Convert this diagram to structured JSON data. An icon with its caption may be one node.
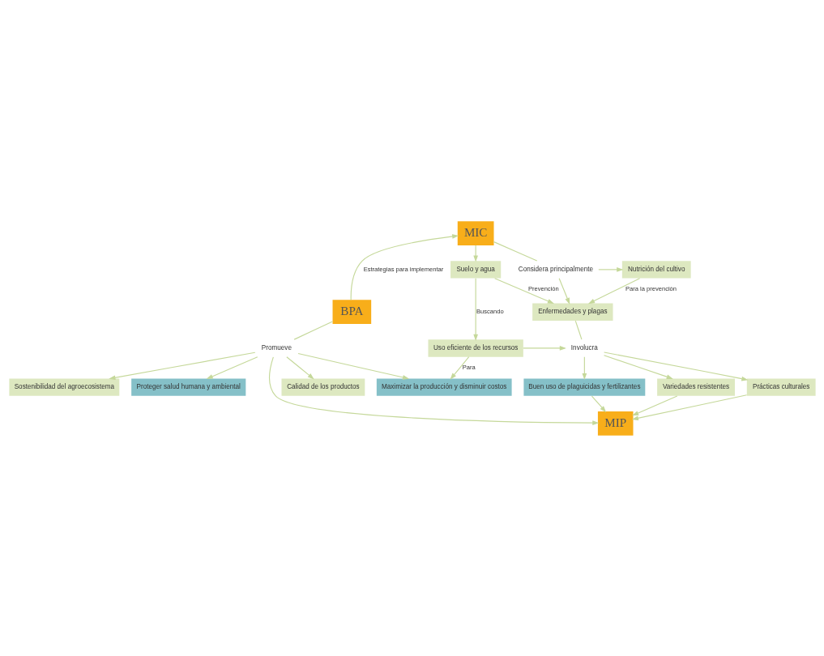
{
  "diagram": {
    "nodes": [
      {
        "text": [
          "MIC"
        ]
      },
      {
        "text": [
          "Suelo y agua"
        ]
      },
      {
        "text": [
          "Considera principalmente"
        ]
      },
      {
        "text": [
          "Nutrición del cultivo"
        ]
      },
      {
        "text": [
          "Enfermedades y plagas"
        ]
      },
      {
        "text": [
          "BPA"
        ]
      },
      {
        "text": [
          "Uso eficiente de los recursos"
        ]
      },
      {
        "text": [
          "Involucra"
        ]
      },
      {
        "text": [
          "Promueve"
        ]
      },
      {
        "text": [
          "Buen uso de plaguicidas y fertilizantes"
        ]
      },
      {
        "text": [
          "Variedades resistentes"
        ]
      },
      {
        "text": [
          "Prácticas culturales"
        ]
      },
      {
        "text": [
          "MIP"
        ]
      },
      {
        "text": [
          "Proteger salud humana y ambiental"
        ]
      },
      {
        "text": [
          "Maximizar la producción y disminuir costos"
        ]
      },
      {
        "text": [
          "Calidad de los productos"
        ]
      },
      {
        "text": [
          "Sostenibilidad del agroecosistema"
        ]
      }
    ],
    "edges": [
      {
        "from": 0,
        "to": 1,
        "arrow": "to"
      },
      {
        "from": 0,
        "to": 2,
        "arrow": "none"
      },
      {
        "from": 2,
        "to": 3,
        "arrow": "to"
      },
      {
        "from": 2,
        "to": 4,
        "arrow": "to"
      },
      {
        "from": 1,
        "to": 6,
        "arrow": "to",
        "label": "Buscando"
      },
      {
        "from": 1,
        "to": 4,
        "arrow": "to",
        "label": "Prevención"
      },
      {
        "from": 3,
        "to": 4,
        "arrow": "to",
        "label": "Para la prevención"
      },
      {
        "from": 5,
        "to": 0,
        "arrow": "to",
        "label": "Estrategias para implementar"
      },
      {
        "from": 4,
        "to": 7,
        "arrow": "none"
      },
      {
        "from": 6,
        "to": 7,
        "arrow": "to"
      },
      {
        "from": 7,
        "to": 9,
        "arrow": "to"
      },
      {
        "from": 7,
        "to": 10,
        "arrow": "to"
      },
      {
        "from": 7,
        "to": 11,
        "arrow": "to"
      },
      {
        "from": 9,
        "to": 12,
        "arrow": "to"
      },
      {
        "from": 10,
        "to": 12,
        "arrow": "to"
      },
      {
        "from": 11,
        "to": 12,
        "arrow": "to"
      },
      {
        "from": 5,
        "to": 8,
        "arrow": "none"
      },
      {
        "from": 8,
        "to": 12,
        "arrow": "to"
      },
      {
        "from": 8,
        "to": 14,
        "arrow": "to"
      },
      {
        "from": 8,
        "to": 15,
        "arrow": "to"
      },
      {
        "from": 8,
        "to": 16,
        "arrow": "to"
      },
      {
        "from": 8,
        "to": 13,
        "arrow": "to"
      },
      {
        "from": 6,
        "to": 14,
        "arrow": "to",
        "label": "Para"
      }
    ]
  }
}
